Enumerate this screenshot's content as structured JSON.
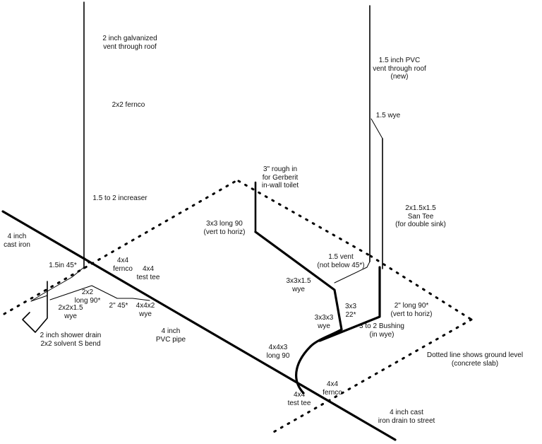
{
  "labels": {
    "vent_roof_2in": [
      "2 inch galvanized",
      "vent through roof"
    ],
    "fernco_2x2": [
      "2x2 fernco"
    ],
    "increaser": [
      "1.5 to 2 increaser"
    ],
    "cast_iron_4in": [
      "4 inch",
      "cast iron"
    ],
    "forty_five_15": [
      "1.5in 45*"
    ],
    "fernco_4x4_top": [
      "4x4",
      "fernco"
    ],
    "test_tee_4x4_top": [
      "4x4",
      "test tee"
    ],
    "long90_2x2": [
      "2x2",
      "long 90*"
    ],
    "wye_2x2x15": [
      "2x2x1.5",
      "wye"
    ],
    "forty_five_2in": [
      "2\" 45*"
    ],
    "wye_4x4x2": [
      "4x4x2",
      "wye"
    ],
    "shower_drain": [
      "2 inch shower drain",
      "2x2 solvent S bend"
    ],
    "pvc_4in": [
      "4 inch",
      "PVC pipe"
    ],
    "rough_in": [
      "3\" rough in",
      "for Gerberit",
      "in-wall toilet"
    ],
    "long90_3x3": [
      "3x3 long 90",
      "(vert to horiz)"
    ],
    "vent_15": [
      "1.5 vent",
      "(not below 45*)"
    ],
    "wye_3x3x15": [
      "3x3x1.5",
      "wye"
    ],
    "twentytwo_3x3": [
      "3x3",
      "22*"
    ],
    "wye_3x3x3": [
      "3x3x3",
      "wye"
    ],
    "bushing": [
      "3 to 2 Bushing",
      "(in wye)"
    ],
    "long90_4x4x3": [
      "4x4x3",
      "long 90"
    ],
    "fernco_4x4_bottom": [
      "4x4",
      "fernco"
    ],
    "test_tee_4x4_bottom": [
      "4x4",
      "test tee"
    ],
    "pvc_vent_15": [
      "1.5 inch PVC",
      "vent through roof",
      "(new)"
    ],
    "wye_15": [
      "1.5 wye"
    ],
    "san_tee": [
      "2x1.5x1.5",
      "San Tee",
      "(for double sink)"
    ],
    "long90_2in": [
      "2\" long 90*",
      "(vert to horiz)"
    ],
    "ground_note": [
      "Dotted line shows ground level",
      "(concrete slab)"
    ],
    "cast_iron_drain": [
      "4 inch cast",
      "iron drain to street"
    ]
  }
}
